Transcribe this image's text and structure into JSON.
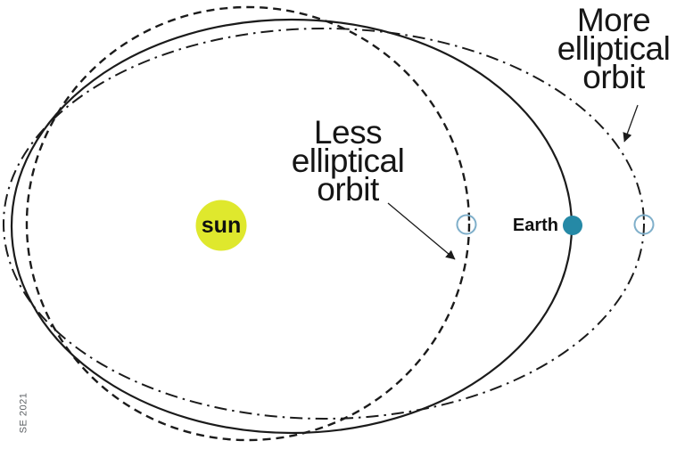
{
  "diagram": {
    "sun": {
      "label": "sun",
      "fill": "#dfe82d"
    },
    "earth": {
      "label": "Earth",
      "fill": "#2589a6"
    },
    "orbit_labels": {
      "less": "Less\nelliptical\norbit",
      "more": "More\nelliptical\norbit"
    },
    "orbits": [
      {
        "name": "less-elliptical-orbit",
        "line_style": "dashed"
      },
      {
        "name": "reference-orbit",
        "line_style": "solid"
      },
      {
        "name": "more-elliptical-orbit",
        "line_style": "dash-dot"
      }
    ],
    "watermark": "SE 2021",
    "colors": {
      "line": "#1b1b1b",
      "position_marker": "#7fafca",
      "watermark_text": "#5d6164"
    }
  }
}
